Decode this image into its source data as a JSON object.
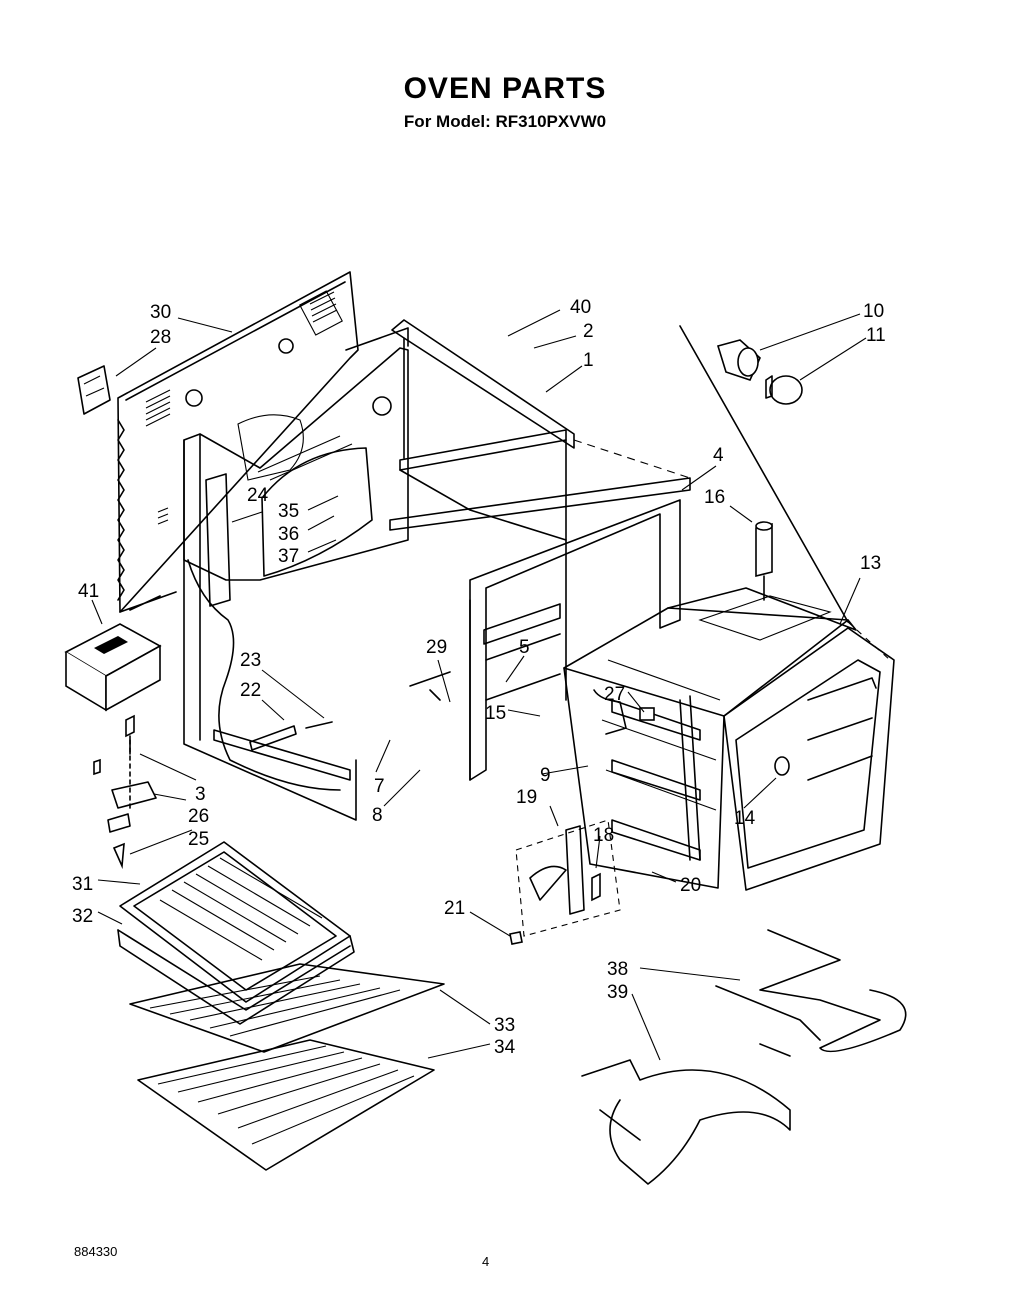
{
  "header": {
    "title": "OVEN PARTS",
    "subtitle": "For Model: RF310PXVW0"
  },
  "footer": {
    "doc_number": "884330",
    "page_number": "4"
  },
  "callouts": {
    "c1": "1",
    "c2": "2",
    "c3": "3",
    "c4": "4",
    "c5": "5",
    "c7": "7",
    "c8": "8",
    "c9": "9",
    "c10": "10",
    "c11": "11",
    "c13": "13",
    "c14": "14",
    "c15": "15",
    "c16": "16",
    "c18": "18",
    "c19": "19",
    "c20": "20",
    "c21": "21",
    "c22": "22",
    "c23": "23",
    "c24": "24",
    "c25": "25",
    "c26": "26",
    "c27": "27",
    "c28": "28",
    "c29": "29",
    "c30": "30",
    "c31": "31",
    "c32": "32",
    "c33": "33",
    "c34": "34",
    "c35": "35",
    "c36": "36",
    "c37": "37",
    "c38": "38",
    "c39": "39",
    "c40": "40",
    "c41": "41"
  }
}
